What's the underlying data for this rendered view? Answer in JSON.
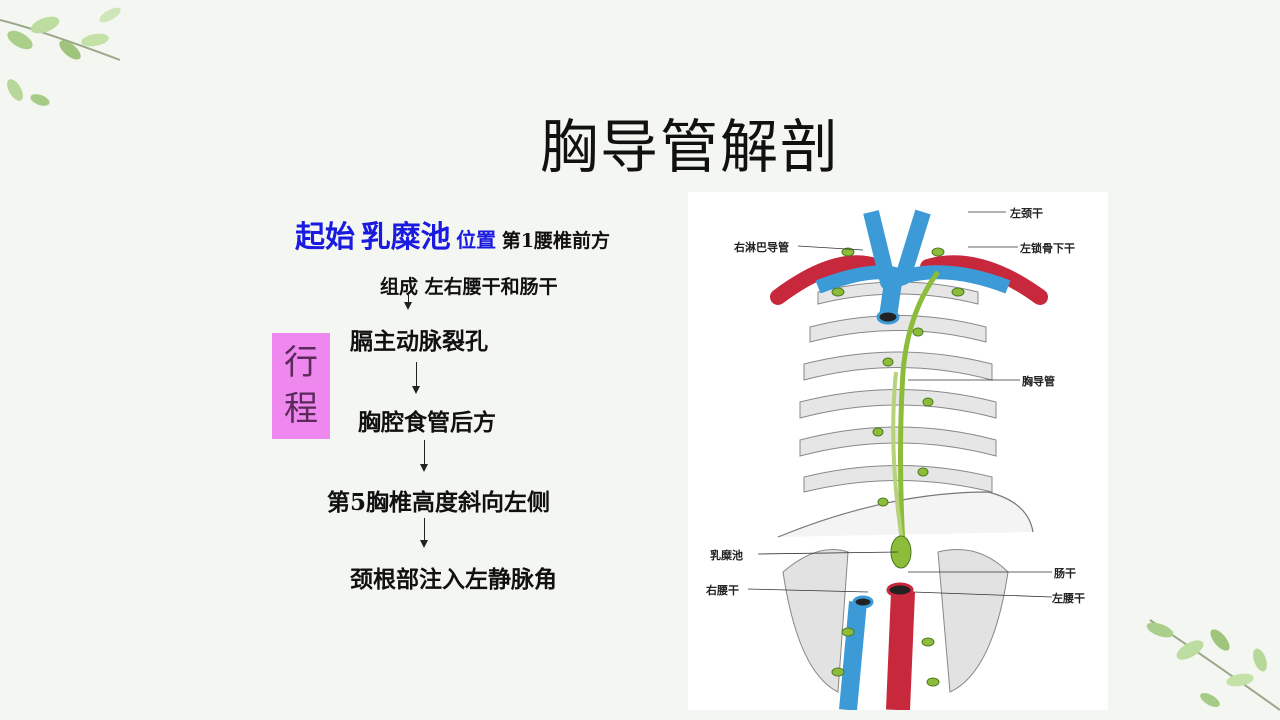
{
  "title": "胸导管解剖",
  "origin": {
    "label": "起始",
    "structure": "乳糜池",
    "position_label": "位置",
    "position_value": "第1腰椎前方"
  },
  "composition": "组成 左右腰干和肠干",
  "course_badge": [
    "行",
    "程"
  ],
  "course_steps": [
    "膈主动脉裂孔",
    "胸腔食管后方",
    "第5胸椎高度斜向左侧",
    "颈根部注入左静脉角"
  ],
  "figure_labels": {
    "left_jugular_trunk": "左颈干",
    "right_lymphatic_duct": "右淋巴导管",
    "left_subclavian_trunk": "左锁骨下干",
    "thoracic_duct": "胸导管",
    "cisterna_chyli": "乳糜池",
    "intestinal_trunk": "肠干",
    "right_lumbar_trunk": "右腰干",
    "left_lumbar_trunk": "左腰干"
  },
  "colors": {
    "artery": "#c8283c",
    "vein": "#3c9bd6",
    "lymph": "#8dbb3a",
    "badge": "#ee88ee",
    "highlight_text": "#1a1ae0"
  }
}
